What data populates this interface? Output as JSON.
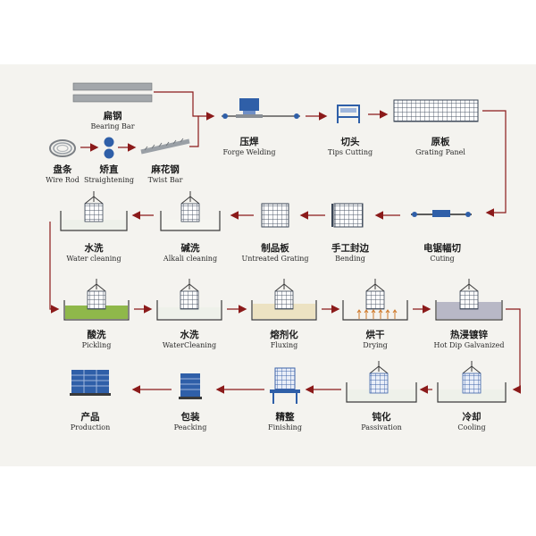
{
  "steps": {
    "bearing_bar": {
      "cn": "扁钢",
      "en": "Bearing Bar"
    },
    "wire_rod": {
      "cn": "盘条",
      "en": "Wire Rod"
    },
    "straightening": {
      "cn": "矫直",
      "en": "Straightening"
    },
    "twist_bar": {
      "cn": "麻花钢",
      "en": "Twist Bar"
    },
    "forge_welding": {
      "cn": "压焊",
      "en": "Forge Welding"
    },
    "tips_cutting": {
      "cn": "切头",
      "en": "Tips Cutting"
    },
    "grating_panel": {
      "cn": "原板",
      "en": "Grating Panel"
    },
    "cutting": {
      "cn": "电锯幅切",
      "en": "Cuting"
    },
    "bending": {
      "cn": "手工封边",
      "en": "Bending"
    },
    "untreated": {
      "cn": "制品板",
      "en": "Untreated Grating"
    },
    "alkali": {
      "cn": "碱洗",
      "en": "Alkali cleaning"
    },
    "water1": {
      "cn": "水洗",
      "en": "Water cleaning"
    },
    "pickling": {
      "cn": "酸洗",
      "en": "Pickling"
    },
    "water2": {
      "cn": "水洗",
      "en": "WaterCleaning"
    },
    "fluxing": {
      "cn": "熔剂化",
      "en": "Fluxing"
    },
    "drying": {
      "cn": "烘干",
      "en": "Drying"
    },
    "galvanized": {
      "cn": "热浸镀锌",
      "en": "Hot Dip Galvanized"
    },
    "cooling": {
      "cn": "冷却",
      "en": "Cooling"
    },
    "passivation": {
      "cn": "钝化",
      "en": "Passivation"
    },
    "finishing": {
      "cn": "精整",
      "en": "Finishing"
    },
    "packing": {
      "cn": "包装",
      "en": "Peacking"
    },
    "production": {
      "cn": "产品",
      "en": "Production"
    }
  },
  "colors": {
    "arrow": "#8b1a1a",
    "steel": "#9aa0a6",
    "blue": "#2f5fa8",
    "pickling_liquid": "#8fb84a",
    "galvanizing_bath": "#b8b8c6",
    "fluxing_bath": "#ece2c2"
  }
}
